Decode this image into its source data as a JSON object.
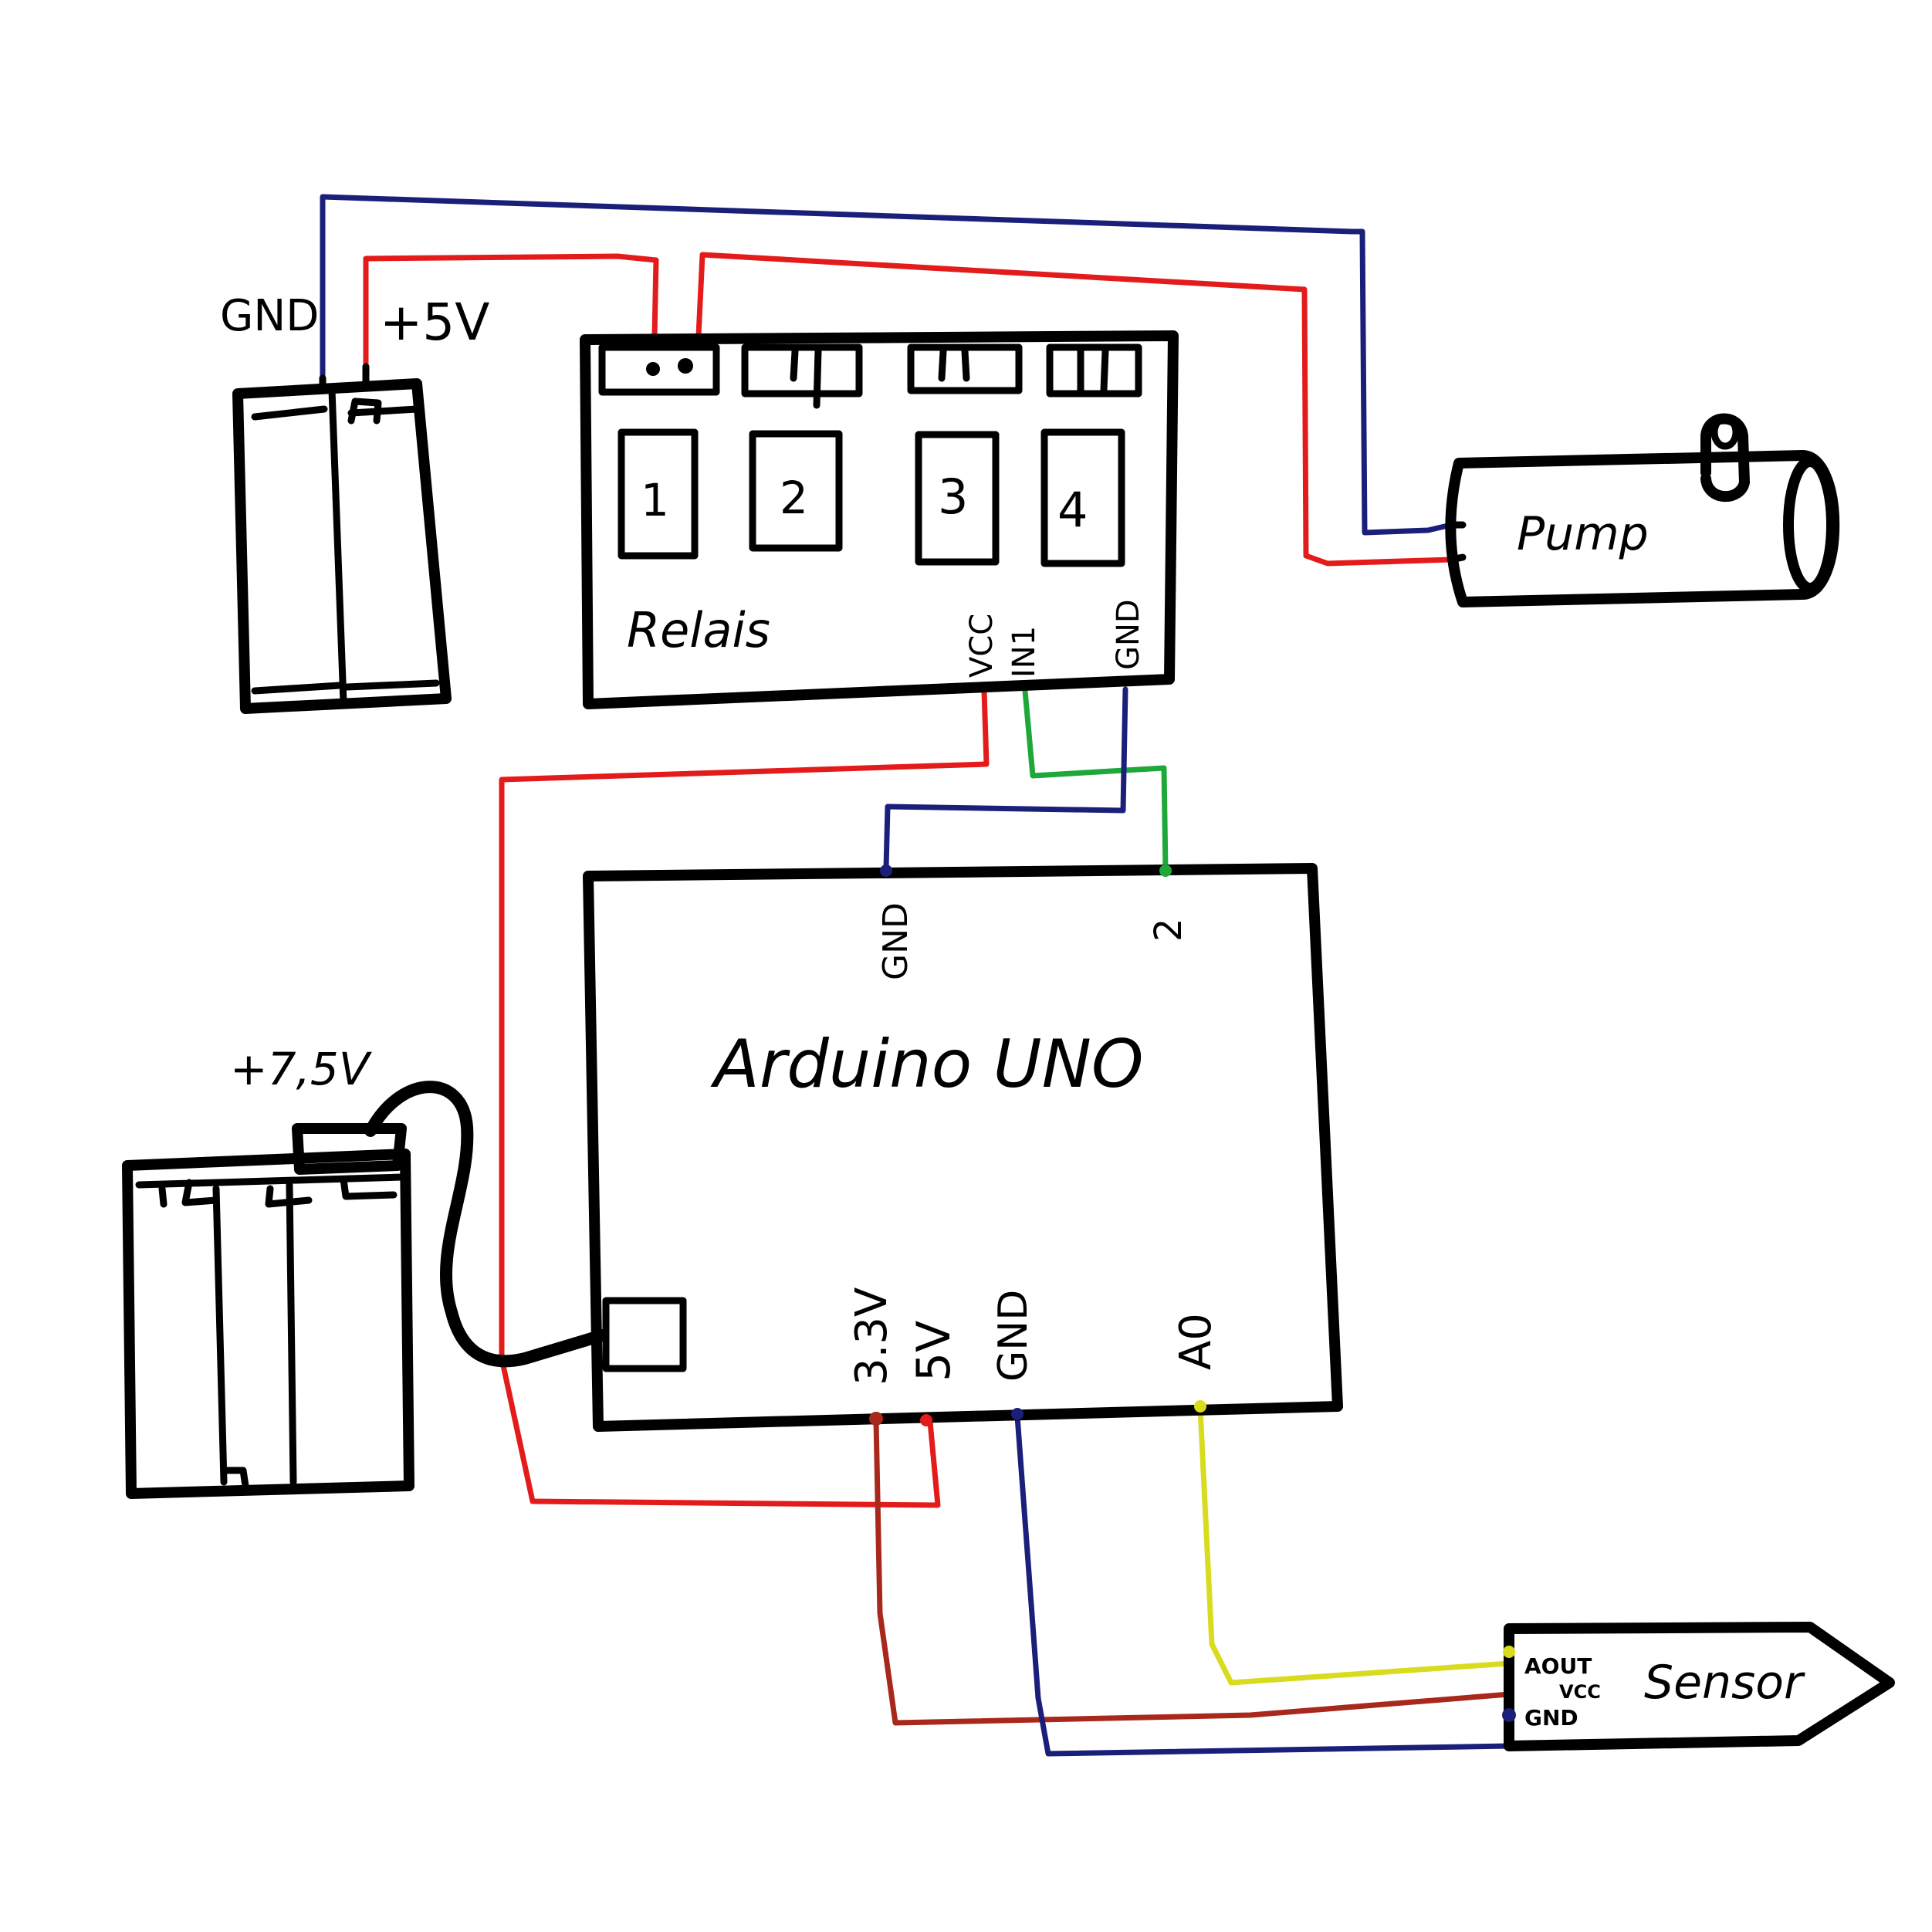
{
  "diagram": {
    "colors": {
      "ink": "#000000",
      "wire_red": "#e31b1b",
      "wire_blue": "#1a1f7a",
      "wire_green": "#1fa83a",
      "wire_yellow": "#d9dc1e",
      "wire_darkred": "#a8281c"
    },
    "battery_5v": {
      "gnd_label": "GND",
      "plus_label": "+5V"
    },
    "relay": {
      "title": "Relais",
      "channels": [
        "1",
        "2",
        "3",
        "4"
      ],
      "pins": {
        "vcc": "VCC",
        "in1": "IN1",
        "gnd": "GND"
      }
    },
    "pump": {
      "label": "Pump"
    },
    "arduino": {
      "title": "Arduino UNO",
      "top_pins": {
        "gnd": "GND",
        "d2": "2"
      },
      "bottom_pins": {
        "v33": "3.3V",
        "v5": "5V",
        "gnd": "GND",
        "a0": "A0"
      }
    },
    "battery_7v5": {
      "label": "+7,5V"
    },
    "sensor": {
      "title": "Sensor",
      "pins": {
        "aout": "AOUT",
        "vcc": "VCC",
        "gnd": "GND"
      }
    },
    "connections": [
      {
        "from": "Battery 5V GND",
        "to": "Pump",
        "color": "blue"
      },
      {
        "from": "Battery 5V +5V",
        "to": "Relay 1 terminal",
        "color": "red"
      },
      {
        "from": "Relay 1 terminal",
        "to": "Pump",
        "color": "red"
      },
      {
        "from": "Relay VCC",
        "to": "Arduino 5V",
        "color": "red"
      },
      {
        "from": "Relay IN1",
        "to": "Arduino pin 2",
        "color": "green"
      },
      {
        "from": "Relay GND",
        "to": "Arduino GND",
        "color": "blue"
      },
      {
        "from": "Battery 7,5V",
        "to": "Arduino barrel jack",
        "color": "black"
      },
      {
        "from": "Arduino 3.3V",
        "to": "Sensor VCC",
        "color": "darkred"
      },
      {
        "from": "Arduino GND",
        "to": "Sensor GND",
        "color": "blue"
      },
      {
        "from": "Arduino A0",
        "to": "Sensor AOUT",
        "color": "yellow"
      }
    ]
  }
}
